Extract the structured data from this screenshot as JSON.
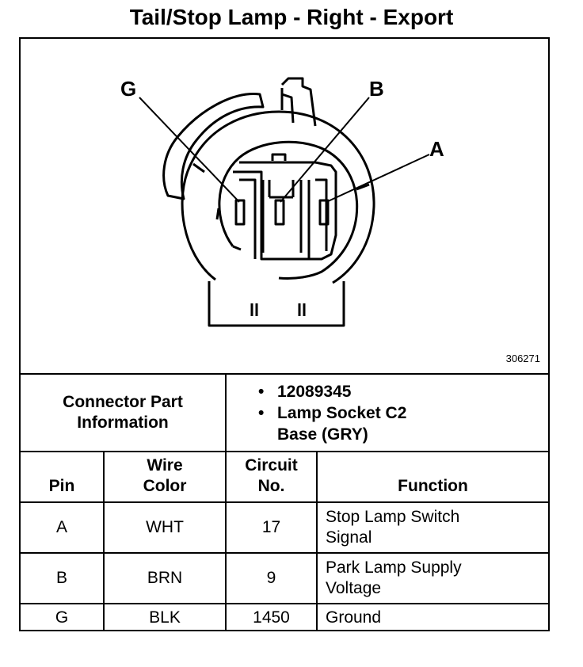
{
  "title": "Tail/Stop Lamp - Right - Export",
  "diagram": {
    "pin_labels": [
      "G",
      "B",
      "A"
    ],
    "reference_number": "306271"
  },
  "connector_info": {
    "label": "Connector Part Information",
    "bullets": [
      "12089345",
      "Lamp Socket C2 Base (GRY)"
    ]
  },
  "table": {
    "headers": {
      "pin": "Pin",
      "wire_color": "Wire Color",
      "circuit": "Circuit No.",
      "function": "Function"
    },
    "rows": [
      {
        "pin": "A",
        "wire_color": "WHT",
        "circuit": "17",
        "function": "Stop Lamp Switch Signal"
      },
      {
        "pin": "B",
        "wire_color": "BRN",
        "circuit": "9",
        "function": "Park Lamp Supply Voltage"
      },
      {
        "pin": "G",
        "wire_color": "BLK",
        "circuit": "1450",
        "function": "Ground"
      }
    ]
  }
}
